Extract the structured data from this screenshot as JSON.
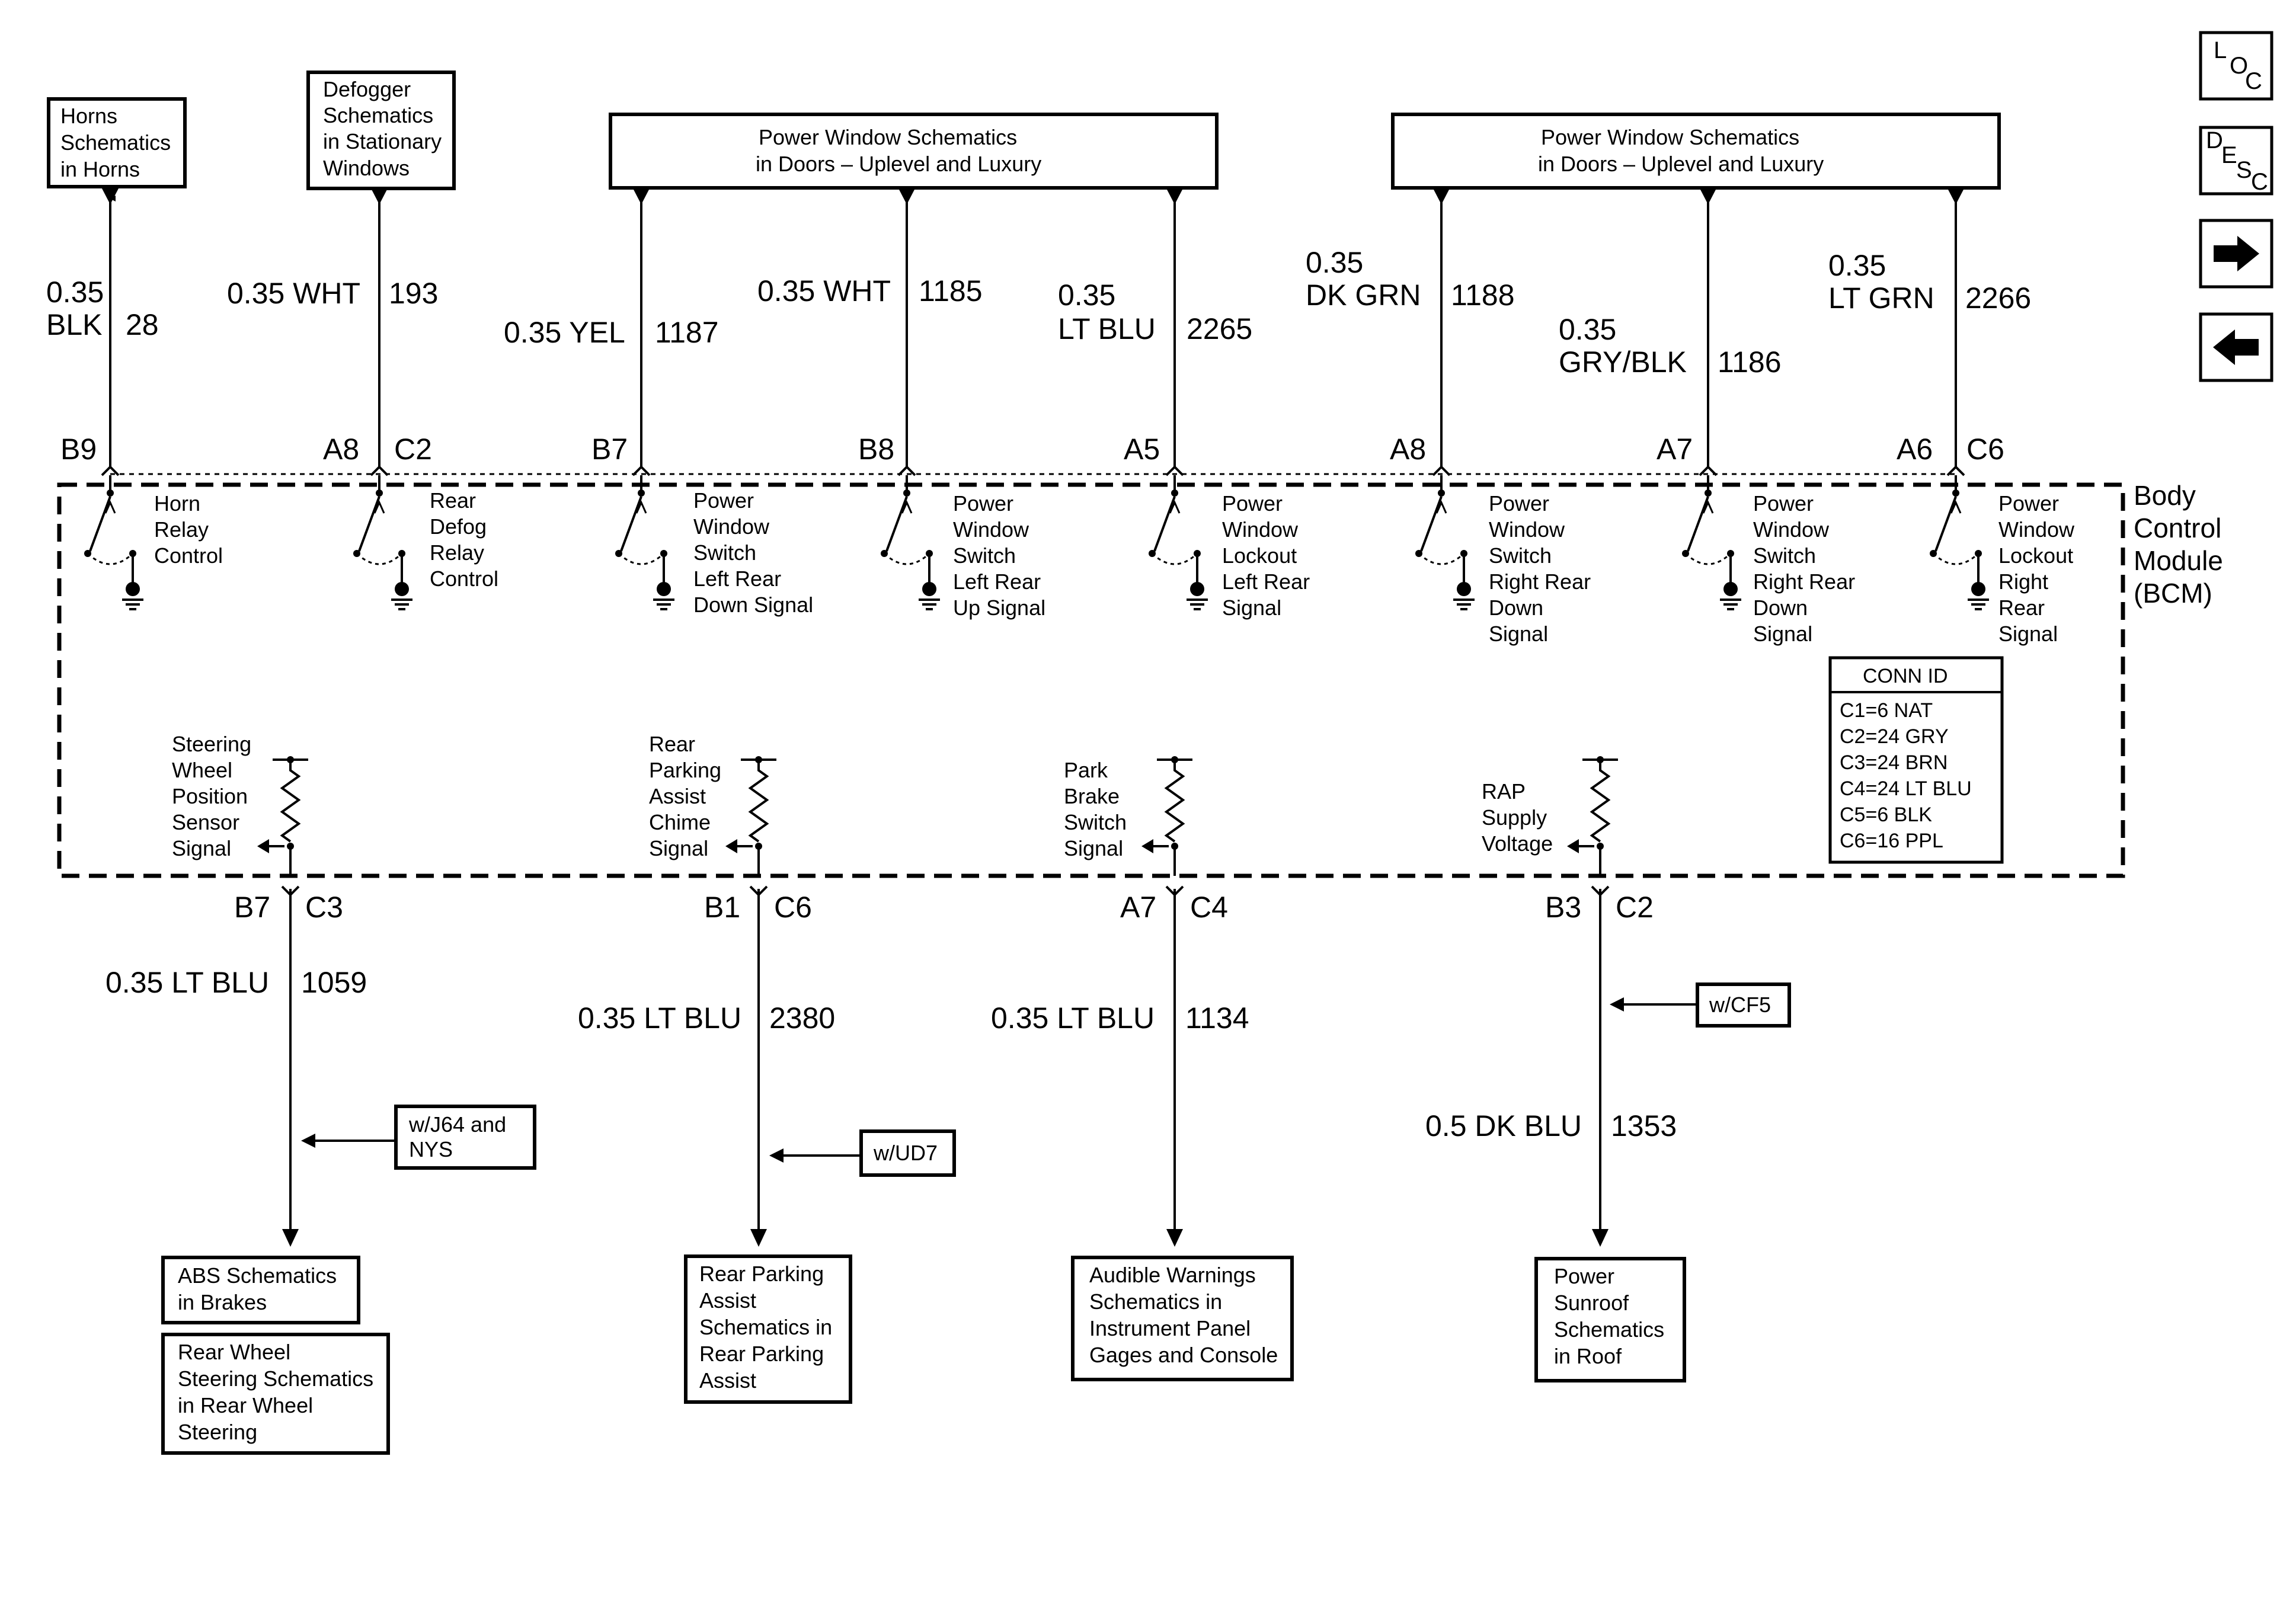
{
  "top_boxes": [
    {
      "lines": [
        "Horns",
        "Schematics",
        "in Horns"
      ]
    },
    {
      "lines": [
        "Defogger",
        "Schematics",
        "in Stationary",
        "Windows"
      ]
    },
    {
      "lines": [
        "Power Window Schematics",
        "in Doors – Uplevel and Luxury"
      ]
    },
    {
      "lines": [
        "Power Window Schematics",
        "in Doors – Uplevel and Luxury"
      ]
    }
  ],
  "top_wires": [
    {
      "size_color": [
        "0.35",
        "BLK"
      ],
      "circuit": "28",
      "pin": "B9",
      "conn": ""
    },
    {
      "size_color": [
        "0.35 WHT"
      ],
      "circuit": "193",
      "pin": "A8",
      "conn": "C2"
    },
    {
      "size_color": [
        "0.35 YEL"
      ],
      "circuit": "1187",
      "pin": "B7",
      "conn": ""
    },
    {
      "size_color": [
        "0.35 WHT"
      ],
      "circuit": "1185",
      "pin": "B8",
      "conn": ""
    },
    {
      "size_color": [
        "0.35",
        "LT BLU"
      ],
      "circuit": "2265",
      "pin": "A5",
      "conn": ""
    },
    {
      "size_color": [
        "0.35",
        "DK GRN"
      ],
      "circuit": "1188",
      "pin": "A8",
      "conn": ""
    },
    {
      "size_color": [
        "0.35",
        "GRY/BLK"
      ],
      "circuit": "1186",
      "pin": "A7",
      "conn": ""
    },
    {
      "size_color": [
        "0.35",
        "LT GRN"
      ],
      "circuit": "2266",
      "pin": "A6",
      "conn": "C6"
    }
  ],
  "switch_labels": [
    [
      "Horn",
      "Relay",
      "Control"
    ],
    [
      "Rear",
      "Defog",
      "Relay",
      "Control"
    ],
    [
      "Power",
      "Window",
      "Switch",
      "Left Rear",
      "Down Signal"
    ],
    [
      "Power",
      "Window",
      "Switch",
      "Left Rear",
      "Up Signal"
    ],
    [
      "Power",
      "Window",
      "Lockout",
      "Left Rear",
      "Signal"
    ],
    [
      "Power",
      "Window",
      "Switch",
      "Right Rear",
      "Down",
      "Signal"
    ],
    [
      "Power",
      "Window",
      "Switch",
      "Right Rear",
      "Down",
      "Signal"
    ],
    [
      "Power",
      "Window",
      "Lockout",
      "Right",
      "Rear",
      "Signal"
    ]
  ],
  "bcm_label": [
    "Body",
    "Control",
    "Module",
    "(BCM)"
  ],
  "conn_id": {
    "title": "CONN ID",
    "rows": [
      "C1=6 NAT",
      "C2=24 GRY",
      "C3=24 BRN",
      "C4=24 LT BLU",
      "C5=6 BLK",
      "C6=16 PPL"
    ]
  },
  "input_labels": [
    [
      "Steering",
      "Wheel",
      "Position",
      "Sensor",
      "Signal"
    ],
    [
      "Rear",
      "Parking",
      "Assist",
      "Chime",
      "Signal"
    ],
    [
      "Park",
      "Brake",
      "Switch",
      "Signal"
    ],
    [
      "RAP",
      "Supply",
      "Voltage"
    ]
  ],
  "bottom_wires": [
    {
      "pin": "B7",
      "conn": "C3",
      "size_color": "0.35 LT BLU",
      "circuit": "1059"
    },
    {
      "pin": "B1",
      "conn": "C6",
      "size_color": "0.35 LT BLU",
      "circuit": "2380"
    },
    {
      "pin": "A7",
      "conn": "C4",
      "size_color": "0.35 LT BLU",
      "circuit": "1134"
    },
    {
      "pin": "B3",
      "conn": "C2",
      "size_color": "0.5 DK BLU",
      "circuit": "1353"
    }
  ],
  "options": [
    {
      "lines": [
        "w/J64 and",
        "NYS"
      ]
    },
    {
      "lines": [
        "w/UD7"
      ]
    },
    {
      "lines": [
        "w/CF5"
      ]
    }
  ],
  "bottom_boxes": [
    {
      "lines": [
        "ABS Schematics",
        "in Brakes"
      ]
    },
    {
      "lines": [
        "Rear Wheel",
        "Steering Schematics",
        "in Rear Wheel",
        "Steering"
      ]
    },
    {
      "lines": [
        "Rear Parking",
        "Assist",
        "Schematics in",
        "Rear Parking",
        "Assist"
      ]
    },
    {
      "lines": [
        "Audible Warnings",
        "Schematics in",
        "Instrument Panel",
        "Gages and Console"
      ]
    },
    {
      "lines": [
        "Power",
        "Sunroof",
        "Schematics",
        "in Roof"
      ]
    }
  ],
  "nav": {
    "loc": [
      "L",
      "O",
      "C"
    ],
    "desc": [
      "D",
      "E",
      "S",
      "C"
    ],
    "icons": [
      "right-arrow-icon",
      "left-arrow-icon"
    ]
  }
}
